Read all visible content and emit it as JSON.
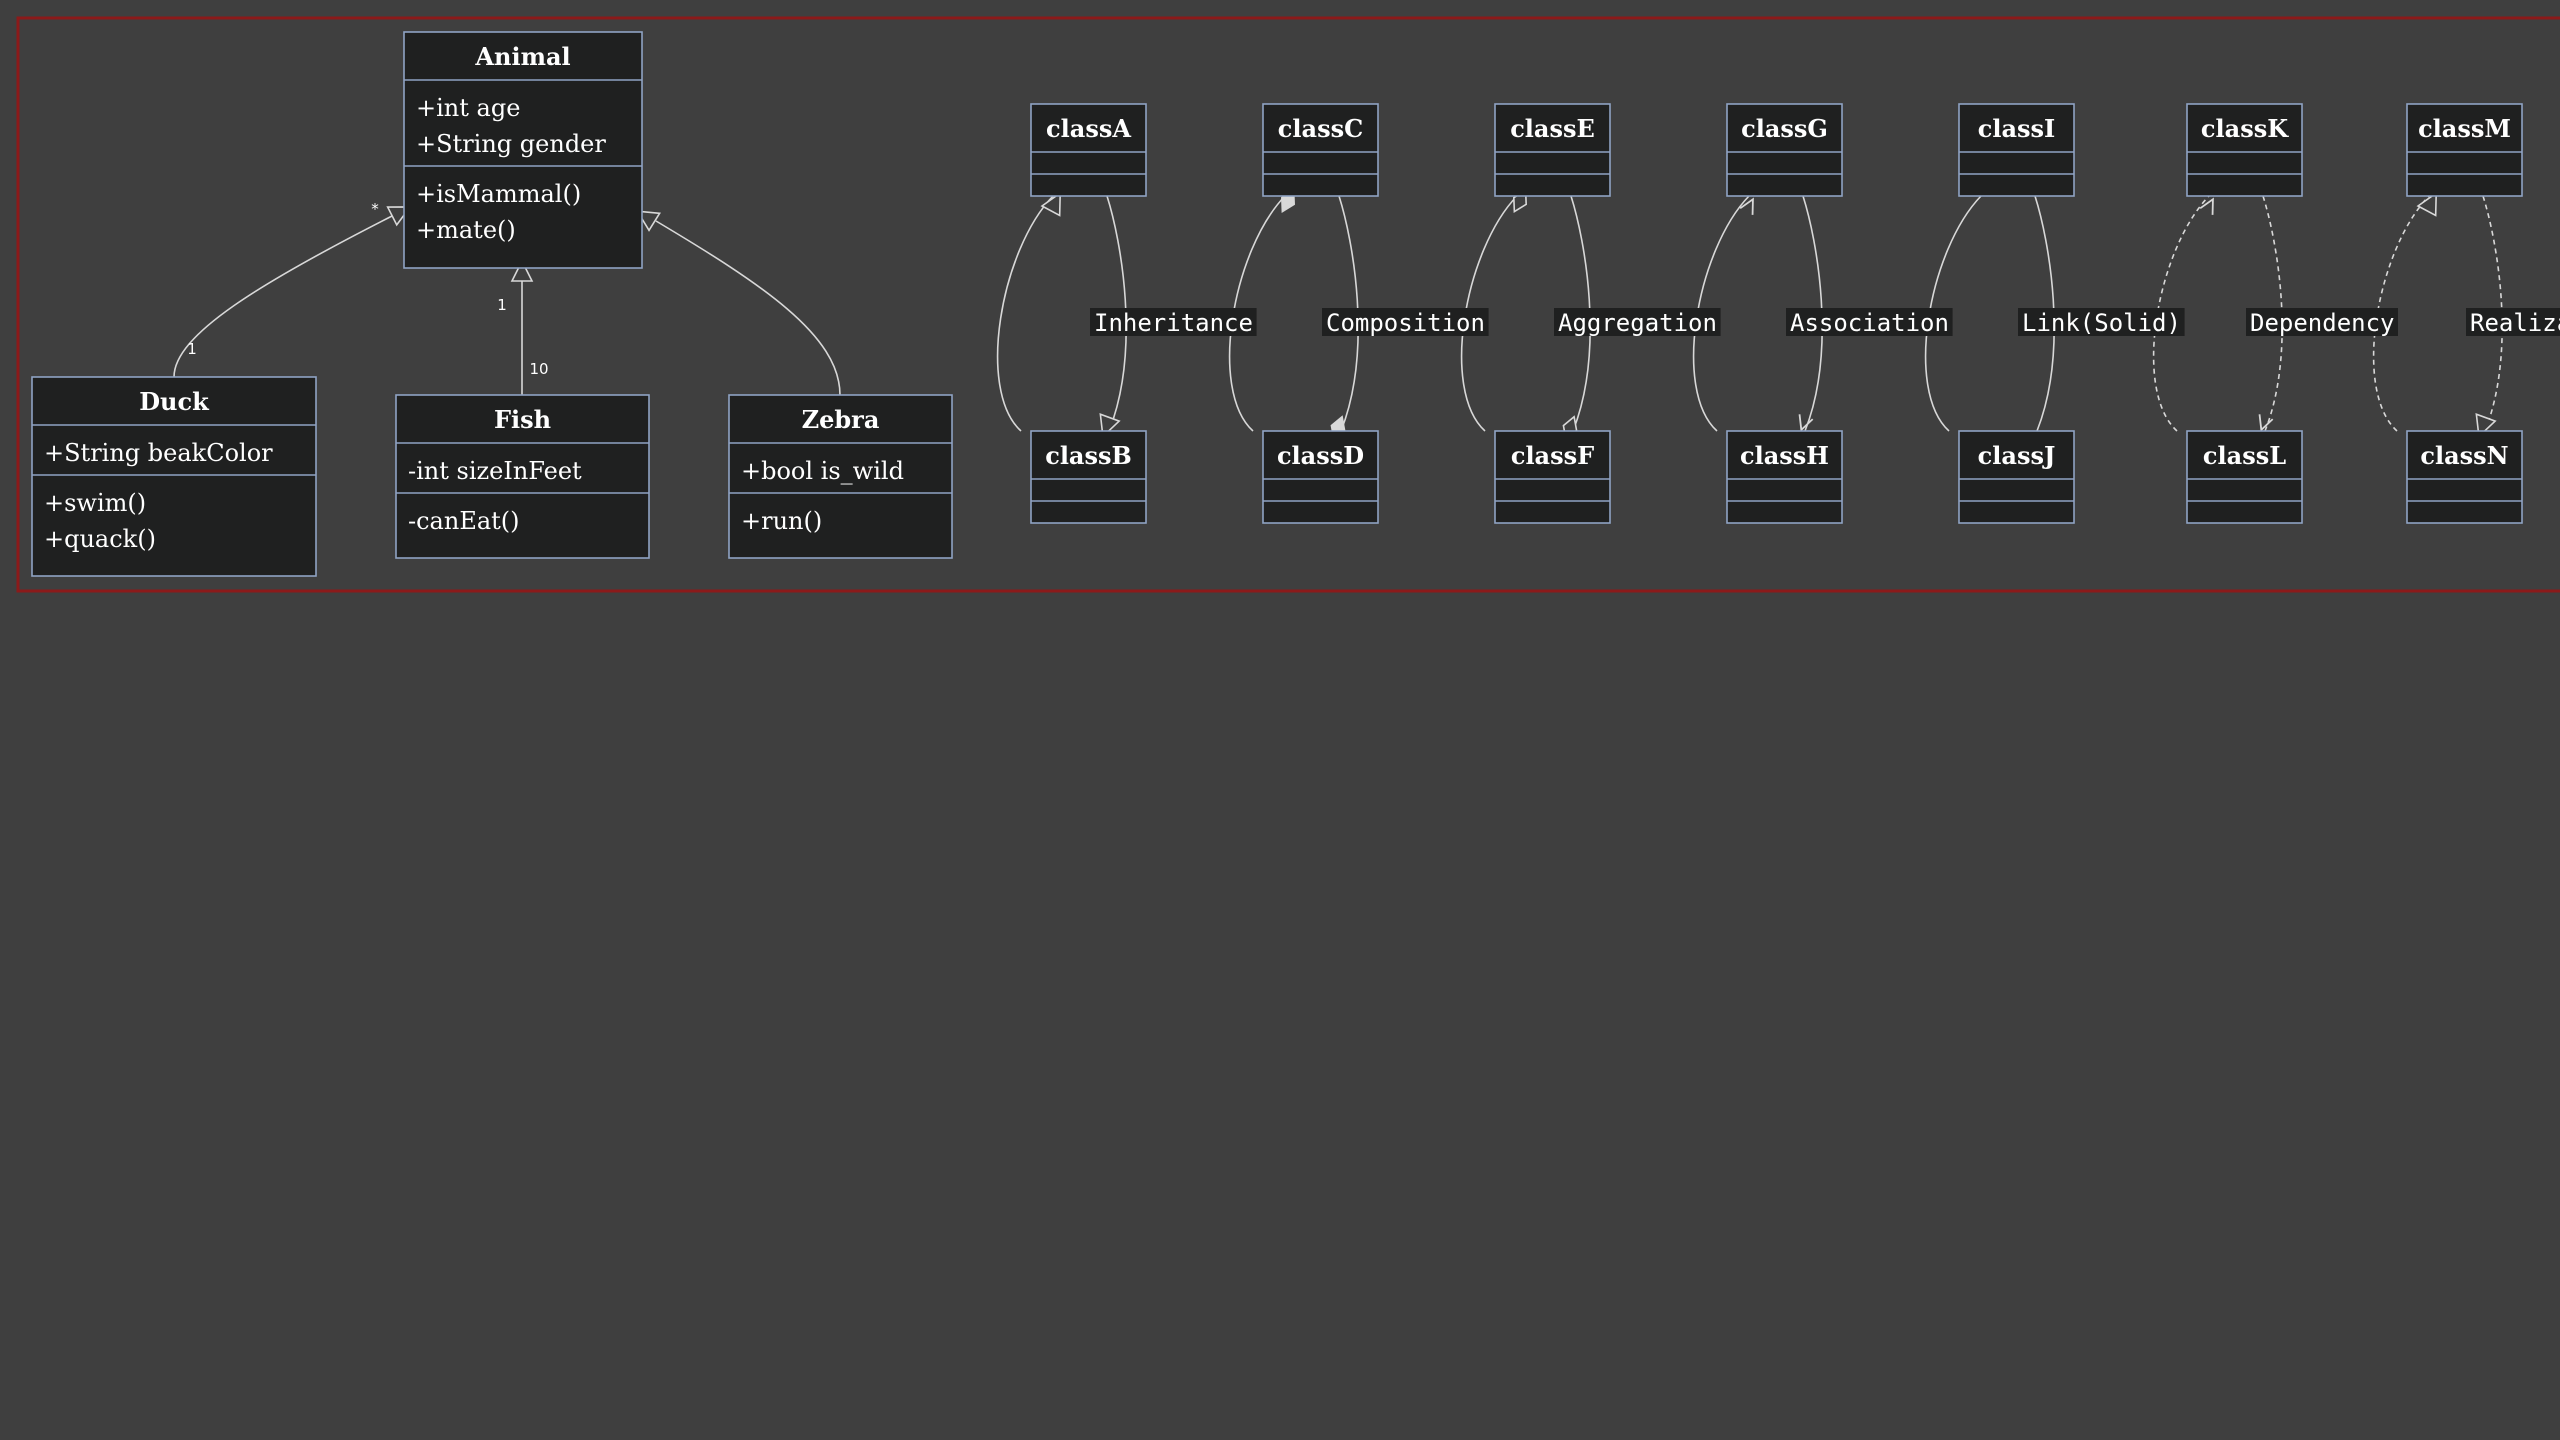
{
  "diagram": {
    "classes": [
      {
        "id": "Animal",
        "name": "Animal",
        "attributes": [
          "+int age",
          "+String gender"
        ],
        "methods": [
          "+isMammal()",
          "+mate()"
        ]
      },
      {
        "id": "Duck",
        "name": "Duck",
        "attributes": [
          "+String beakColor"
        ],
        "methods": [
          "+swim()",
          "+quack()"
        ]
      },
      {
        "id": "Fish",
        "name": "Fish",
        "attributes": [
          "-int sizeInFeet"
        ],
        "methods": [
          "-canEat()"
        ]
      },
      {
        "id": "Zebra",
        "name": "Zebra",
        "attributes": [
          "+bool is_wild"
        ],
        "methods": [
          "+run()"
        ]
      },
      {
        "id": "classA",
        "name": "classA",
        "attributes": [],
        "methods": []
      },
      {
        "id": "classB",
        "name": "classB",
        "attributes": [],
        "methods": []
      },
      {
        "id": "classC",
        "name": "classC",
        "attributes": [],
        "methods": []
      },
      {
        "id": "classD",
        "name": "classD",
        "attributes": [],
        "methods": []
      },
      {
        "id": "classE",
        "name": "classE",
        "attributes": [],
        "methods": []
      },
      {
        "id": "classF",
        "name": "classF",
        "attributes": [],
        "methods": []
      },
      {
        "id": "classG",
        "name": "classG",
        "attributes": [],
        "methods": []
      },
      {
        "id": "classH",
        "name": "classH",
        "attributes": [],
        "methods": []
      },
      {
        "id": "classI",
        "name": "classI",
        "attributes": [],
        "methods": []
      },
      {
        "id": "classJ",
        "name": "classJ",
        "attributes": [],
        "methods": []
      },
      {
        "id": "classK",
        "name": "classK",
        "attributes": [],
        "methods": []
      },
      {
        "id": "classL",
        "name": "classL",
        "attributes": [],
        "methods": []
      },
      {
        "id": "classM",
        "name": "classM",
        "attributes": [],
        "methods": []
      },
      {
        "id": "classN",
        "name": "classN",
        "attributes": [],
        "methods": []
      }
    ],
    "relations": [
      {
        "from": "Duck",
        "to": "Animal",
        "type": "inheritance",
        "label": "",
        "mult_from": "1",
        "mult_to": "*"
      },
      {
        "from": "Fish",
        "to": "Animal",
        "type": "inheritance",
        "label": "",
        "mult_from": "10",
        "mult_to": "1"
      },
      {
        "from": "Zebra",
        "to": "Animal",
        "type": "inheritance",
        "label": "",
        "mult_from": "",
        "mult_to": ""
      },
      {
        "from": "classA",
        "to": "classB",
        "type": "inheritance",
        "label": "Inheritance"
      },
      {
        "from": "classC",
        "to": "classD",
        "type": "composition",
        "label": "Composition"
      },
      {
        "from": "classE",
        "to": "classF",
        "type": "aggregation",
        "label": "Aggregation"
      },
      {
        "from": "classG",
        "to": "classH",
        "type": "association",
        "label": "Association"
      },
      {
        "from": "classI",
        "to": "classJ",
        "type": "link",
        "label": "Link(Solid)"
      },
      {
        "from": "classK",
        "to": "classL",
        "type": "dependency",
        "label": "Dependency"
      },
      {
        "from": "classM",
        "to": "classN",
        "type": "realization",
        "label": "Realization"
      }
    ],
    "colors": {
      "background": "#3f3f3f",
      "frame": "#8b1a1a",
      "class_fill": "#1f2020",
      "class_border": "#8fa3c4",
      "edge": "#d8d8d8",
      "text": "#ffffff"
    }
  }
}
